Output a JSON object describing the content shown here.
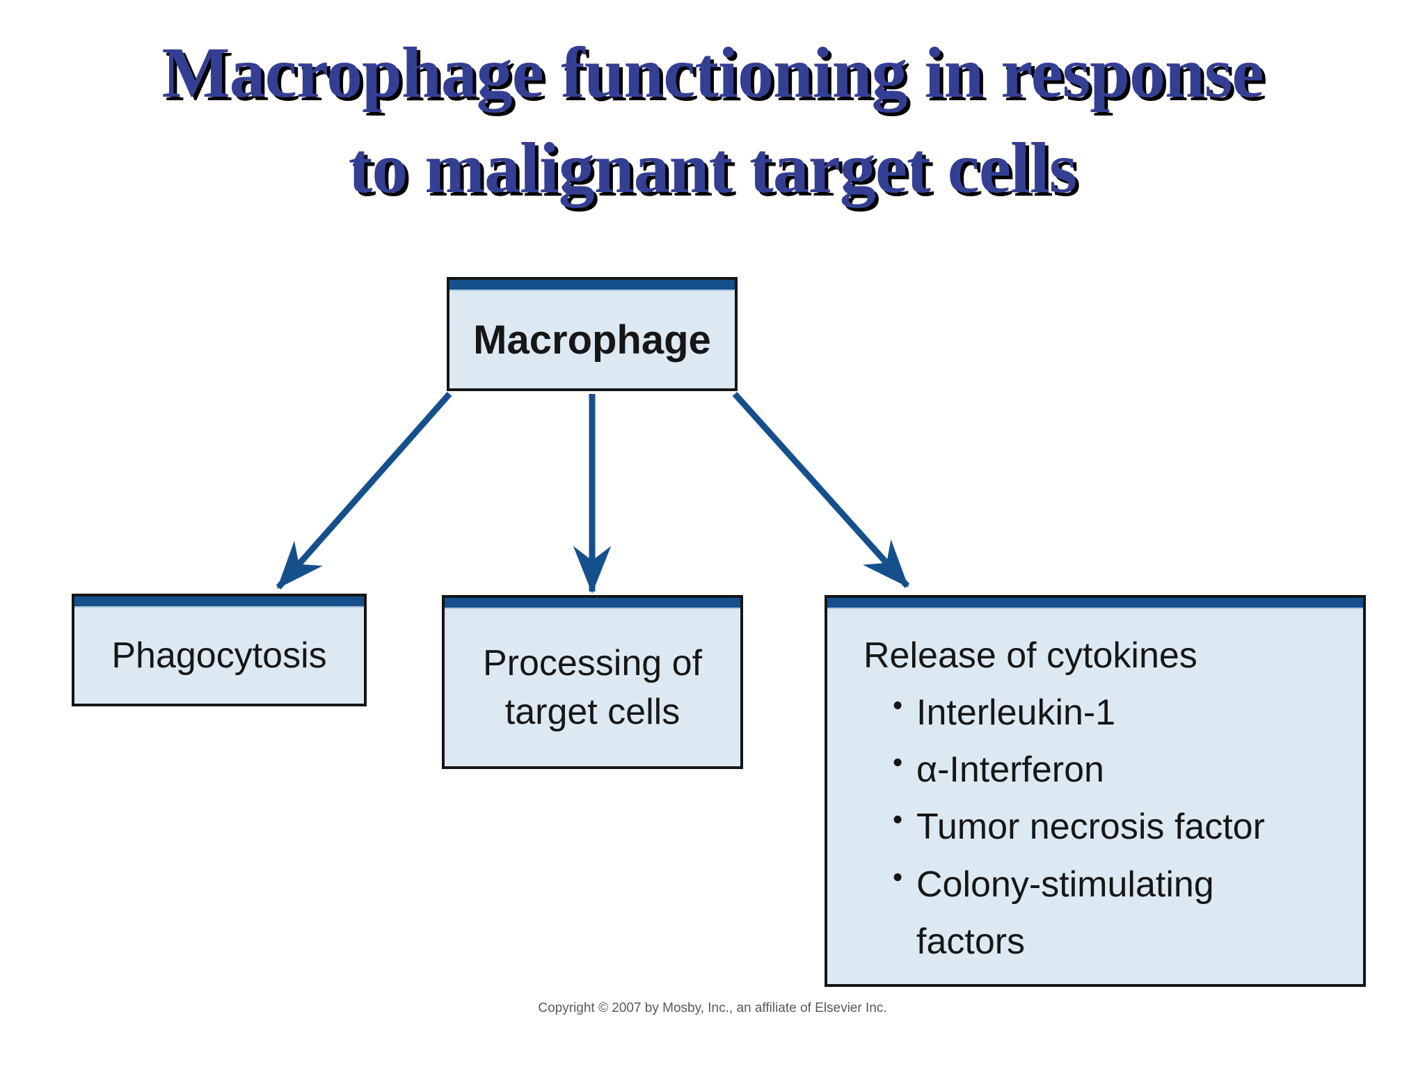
{
  "slide": {
    "title_line1": "Macrophage functioning in response",
    "title_line2": "to malignant target cells",
    "copyright": "Copyright © 2007 by Mosby, Inc., an affiliate of Elsevier Inc."
  },
  "diagram": {
    "root": {
      "label": "Macrophage"
    },
    "children": [
      {
        "label": "Phagocytosis"
      },
      {
        "label": "Processing of target cells"
      },
      {
        "label": "Release of cytokines",
        "bullets": [
          "Interleukin-1",
          "α-Interferon",
          "Tumor necrosis factor",
          "Colony-stimulating factors"
        ]
      }
    ]
  },
  "colors": {
    "accent": "#15508d",
    "box_fill": "#dce9f2",
    "box_border": "#151515",
    "title_color": "#343f93",
    "text_color": "#161616",
    "copyright_color": "#595959"
  }
}
